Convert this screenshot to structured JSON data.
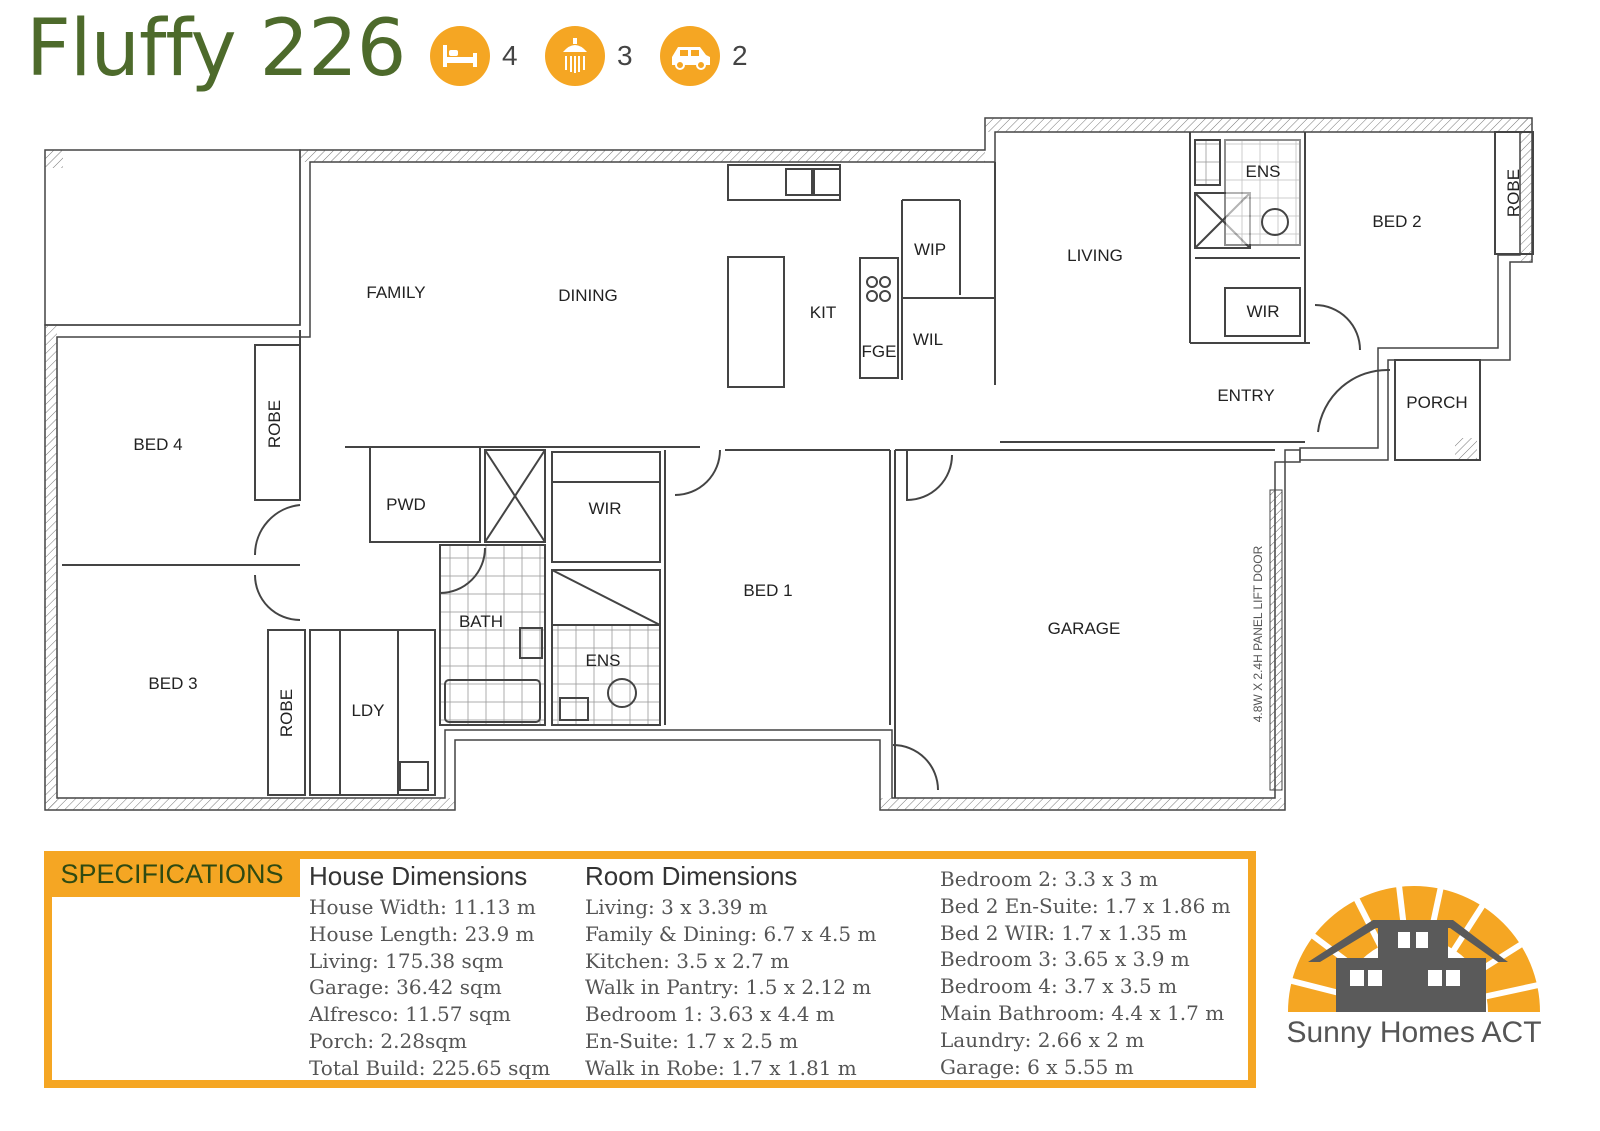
{
  "title": "Fluffy 226",
  "features": [
    {
      "icon": "bed-icon",
      "count": "4"
    },
    {
      "icon": "shower-icon",
      "count": "3"
    },
    {
      "icon": "car-icon",
      "count": "2"
    }
  ],
  "rooms": {
    "family": "FAMILY",
    "dining": "DINING",
    "kit": "KIT",
    "wip": "WIP",
    "wil": "WIL",
    "fge": "FGE",
    "living": "LIVING",
    "ens_top": "ENS",
    "bed2": "BED 2",
    "robe_bed2": "ROBE",
    "wir_top": "WIR",
    "entry": "ENTRY",
    "porch": "PORCH",
    "bed4": "BED 4",
    "robe_bed4": "ROBE",
    "pwd": "PWD",
    "wir_mid": "WIR",
    "bed1": "BED 1",
    "bath": "BATH",
    "ens_mid": "ENS",
    "garage": "GARAGE",
    "garage_door": "4.8W X 2.4H PANEL LIFT DOOR",
    "bed3": "BED 3",
    "robe_bed3": "ROBE",
    "ldy": "LDY"
  },
  "specs": {
    "tab": "SPECIFICATIONS",
    "house_heading": "House Dimensions",
    "house": [
      "House Width: 11.13 m",
      "House Length: 23.9 m",
      "Living: 175.38 sqm",
      "Garage: 36.42 sqm",
      "Alfresco: 11.57 sqm",
      "Porch: 2.28sqm",
      "Total Build: 225.65 sqm"
    ],
    "room_heading": "Room Dimensions",
    "rooms1": [
      "Living: 3 x 3.39 m",
      "Family & Dining: 6.7 x 4.5 m",
      "Kitchen: 3.5 x 2.7 m",
      "Walk in Pantry: 1.5 x 2.12 m",
      "Bedroom 1: 3.63 x 4.4 m",
      "En-Suite: 1.7 x 2.5 m",
      "Walk in Robe: 1.7 x 1.81 m"
    ],
    "rooms2": [
      "Bedroom 2: 3.3 x 3 m",
      "Bed 2 En-Suite: 1.7 x 1.86 m",
      "Bed 2 WIR: 1.7 x 1.35 m",
      "Bedroom 3: 3.65 x 3.9 m",
      "Bedroom 4: 3.7 x 3.5 m",
      "Main Bathroom: 4.4 x 1.7 m",
      "Laundry: 2.66 x 2 m",
      "Garage: 6 x 5.55 m"
    ]
  },
  "brand": "Sunny Homes ACT",
  "colors": {
    "accent": "#f5a623",
    "title": "#4d6a2b"
  }
}
